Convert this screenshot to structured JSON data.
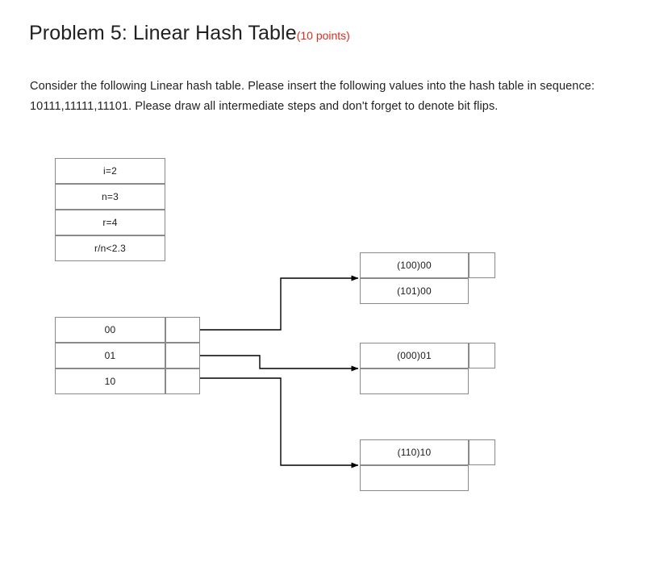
{
  "page": {
    "background_color": "#ffffff",
    "text_color": "#212121",
    "accent_color": "#e02b20",
    "border_color": "#8a8a8a"
  },
  "title": {
    "main": "Problem 5: Linear Hash Table",
    "points": "(10 points)"
  },
  "prompt": {
    "text": "Consider the following Linear hash table. Please insert the following values into the hash table in sequence: 10111,11111,11101. Please draw all intermediate steps and don't forget to denote bit flips."
  },
  "params_box": {
    "name": "linear-hash-parameters",
    "rows": [
      {
        "label": "i=2"
      },
      {
        "label": "n=3"
      },
      {
        "label": "r=4"
      },
      {
        "label": "r/n<2.3"
      }
    ]
  },
  "directory": {
    "name": "hash-directory",
    "rows": [
      {
        "key": "00",
        "pointer": ""
      },
      {
        "key": "01",
        "pointer": ""
      },
      {
        "key": "10",
        "pointer": ""
      }
    ]
  },
  "buckets": [
    {
      "name": "bucket-00",
      "slots": [
        "(100)00",
        "(101)00"
      ],
      "overflow_pointer": ""
    },
    {
      "name": "bucket-01",
      "slots": [
        "(000)01",
        ""
      ],
      "overflow_pointer": ""
    },
    {
      "name": "bucket-10",
      "slots": [
        "(110)10",
        ""
      ],
      "overflow_pointer": ""
    }
  ],
  "connectors": [
    {
      "name": "connector-dir-00-to-bucket-00",
      "from": "00",
      "to": "bucket-00"
    },
    {
      "name": "connector-dir-01-to-bucket-01",
      "from": "01",
      "to": "bucket-01"
    },
    {
      "name": "connector-dir-10-to-bucket-10",
      "from": "10",
      "to": "bucket-10"
    }
  ]
}
